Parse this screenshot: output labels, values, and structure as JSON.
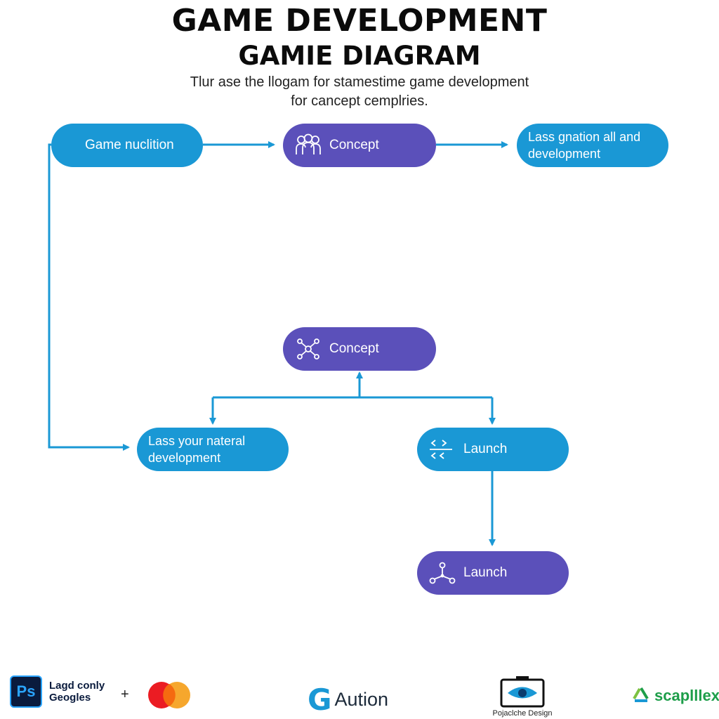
{
  "header": {
    "title_line1": "GAME DEVELOPMENT",
    "title_line2": "GAMIE DIAGRAM",
    "subtitle_line1": "Tlur ase the llogam for stamestime game development",
    "subtitle_line2": "for cancept cemplries."
  },
  "nodes": {
    "game_nuclition": "Game nuclition",
    "concept_top": "Concept",
    "lass_gnation_line1": "Lass gnation all and",
    "lass_gnation_line2": "development",
    "concept_mid": "Concept",
    "lass_natural_line1": "Lass your nateral",
    "lass_natural_line2": "development",
    "launch_mid": "Launch",
    "launch_bottom": "Launch"
  },
  "icons": {
    "concept_top": "people-group-icon",
    "concept_mid": "network-nodes-icon",
    "launch_mid": "code-arrows-icon",
    "launch_bottom": "triangle-nodes-icon"
  },
  "footer": {
    "ps_badge": "Ps",
    "ps_line1": "Lagd conly",
    "ps_line2": "Geogles",
    "plus": "+",
    "g_letter": "G",
    "g_text": "Aution",
    "camera_text": "Pojaclche Design",
    "recycle_text": "scaplllex"
  },
  "colors": {
    "blue": "#1a98d5",
    "purple": "#5b50ba",
    "arrow": "#1a98d5",
    "title": "#0b0b0b"
  }
}
